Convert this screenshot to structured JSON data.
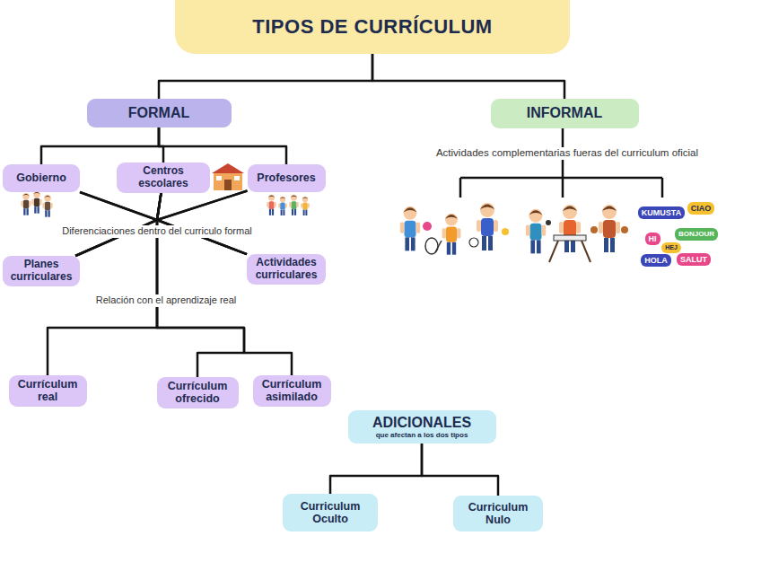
{
  "diagram": {
    "nodes": [
      {
        "text": [
          "TIPOS DE CURRÍCULUM"
        ]
      },
      {
        "text": [
          "FORMAL"
        ]
      },
      {
        "text": [
          "INFORMAL"
        ]
      },
      {
        "text": [
          "Gobierno"
        ]
      },
      {
        "text": [
          "Centros escolares"
        ]
      },
      {
        "text": [
          "Profesores"
        ]
      },
      {
        "text": [
          "Planes curriculares"
        ]
      },
      {
        "text": [
          "Actividades curriculares"
        ]
      },
      {
        "text": [
          "Currículum real"
        ]
      },
      {
        "text": [
          "Currículum ofrecido"
        ]
      },
      {
        "text": [
          "Currículum asimilado"
        ]
      },
      {
        "text": [
          "ADICIONALES",
          "que afectan a los dos tipos"
        ]
      },
      {
        "text": [
          "Curriculum Oculto"
        ]
      },
      {
        "text": [
          "Curriculum Nulo"
        ]
      }
    ],
    "edges": [
      {
        "from": 0,
        "to": 1,
        "arrow": "none"
      },
      {
        "from": 0,
        "to": 2,
        "arrow": "none"
      },
      {
        "from": 1,
        "to": 3,
        "arrow": "none"
      },
      {
        "from": 1,
        "to": 4,
        "arrow": "none"
      },
      {
        "from": 1,
        "to": 5,
        "arrow": "none"
      },
      {
        "from": 3,
        "to": 6,
        "arrow": "none"
      },
      {
        "from": 3,
        "to": 7,
        "arrow": "none"
      },
      {
        "from": 4,
        "to": 6,
        "arrow": "none"
      },
      {
        "from": 4,
        "to": 7,
        "arrow": "none"
      },
      {
        "from": 5,
        "to": 6,
        "arrow": "none"
      },
      {
        "from": 5,
        "to": 7,
        "arrow": "none"
      },
      {
        "from": 4,
        "to": 8,
        "arrow": "none"
      },
      {
        "from": 4,
        "to": 9,
        "arrow": "none"
      },
      {
        "from": 4,
        "to": 10,
        "arrow": "none"
      },
      {
        "from": 11,
        "to": 12,
        "arrow": "none"
      },
      {
        "from": 11,
        "to": 13,
        "arrow": "none"
      }
    ],
    "labels": [
      "Diferenciaciones dentro del curriculo formal",
      "Relación con el aprendizaje real",
      "Actividades complementarias fueras del curriculum oficial",
      "KUMUSTA",
      "CIAO",
      "HI",
      "BONJOUR",
      "HEJ",
      "HOLA",
      "SALUT"
    ]
  }
}
